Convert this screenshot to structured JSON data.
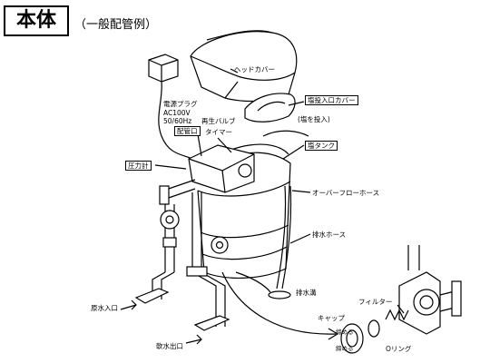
{
  "title": "本体",
  "subtitle": "（一般配管例）",
  "labels": {
    "head_cover": "ヘッドカバー",
    "power_plug": "電源プラグ",
    "power_spec_1": "AC100V",
    "power_spec_2": "50/60Hz",
    "regen_valve": "再生バルブ",
    "timer": "タイマー",
    "piping_port": "配管口",
    "pressure_gauge": "圧力計",
    "salt_inlet_cover": "塩投入口カバー",
    "salt_insert": "(塩を投入)",
    "salt_tank": "塩タンク",
    "overflow_hose": "オーバーフローホース",
    "drain_hose": "排水ホース",
    "drain_ditch": "排水溝",
    "raw_water_inlet": "原水入口",
    "soft_water_outlet": "軟水出口",
    "cap": "キャップ",
    "filter": "フィルター",
    "o_ring": "Oリング",
    "tighten_1": "締める",
    "tighten_2": "締める"
  }
}
